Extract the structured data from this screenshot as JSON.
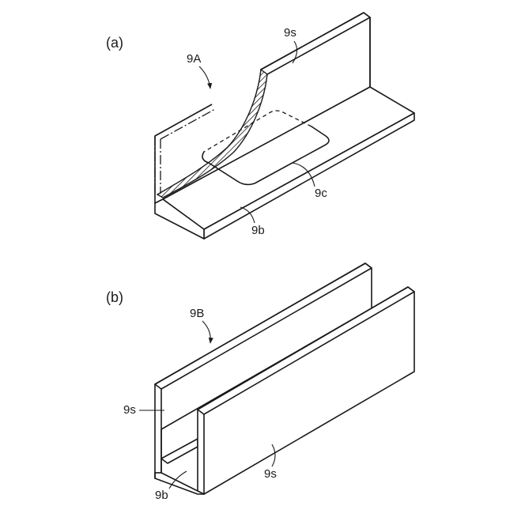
{
  "figure_a": {
    "panel_label": "(a)",
    "ref_assembly": "9A",
    "ref_side_wall": "9s",
    "ref_bottom": "9b",
    "ref_cutout": "9c"
  },
  "figure_b": {
    "panel_label": "(b)",
    "ref_assembly": "9B",
    "ref_side_wall_left": "9s",
    "ref_side_wall_right": "9s",
    "ref_bottom": "9b"
  }
}
